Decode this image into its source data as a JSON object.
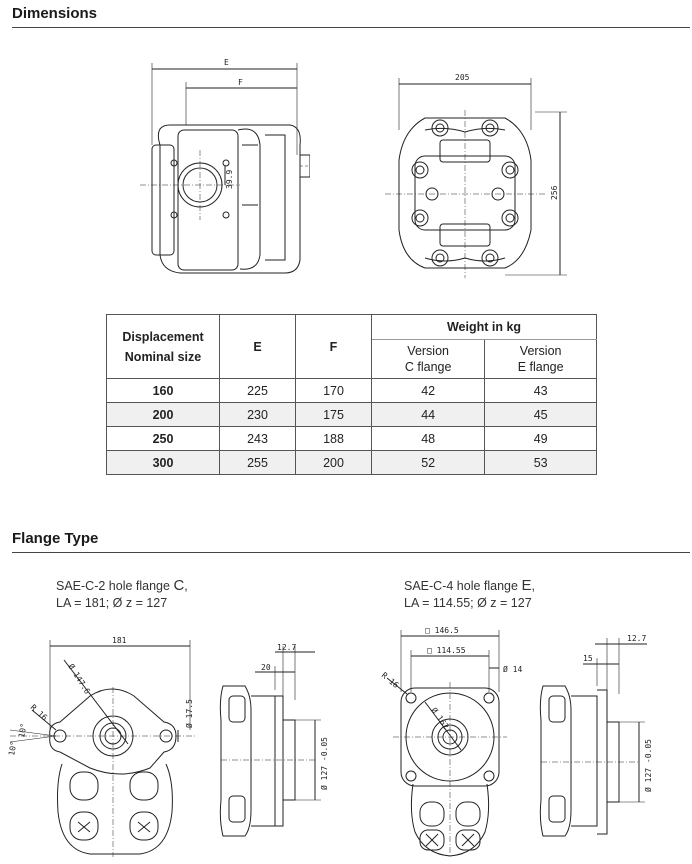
{
  "sections": {
    "dimensions_title": "Dimensions",
    "flange_title": "Flange Type"
  },
  "drawing_labels": {
    "E": "E",
    "F": "F",
    "dim_205": "205",
    "dim_256": "256",
    "dim_39_9": "39.9"
  },
  "table": {
    "col1_line1": "Displacement",
    "col1_line2": "Nominal size",
    "col2": "E",
    "col3": "F",
    "weight_group": "Weight in kg",
    "version_c_line1": "Version",
    "version_c_line2": "C flange",
    "version_e_line1": "Version",
    "version_e_line2": "E flange",
    "rows": [
      [
        "160",
        "225",
        "170",
        "42",
        "43"
      ],
      [
        "200",
        "230",
        "175",
        "44",
        "45"
      ],
      [
        "250",
        "243",
        "188",
        "48",
        "49"
      ],
      [
        "300",
        "255",
        "200",
        "52",
        "53"
      ]
    ]
  },
  "flanges": {
    "c": {
      "caption_line1_text": "SAE-C-2 hole flange ",
      "caption_line1_big": "C",
      "caption_line1_end": ",",
      "caption_line2": "LA = 181; Ø z = 127",
      "dims": {
        "width": "181",
        "diag": "Ø 147.6",
        "radius": "R 16",
        "hole": "Ø 17.5",
        "angle1": "10°",
        "angle2": "10°",
        "side_top": "12.7",
        "side_mid": "20",
        "side_dia": "Ø 127 -0.05"
      }
    },
    "e": {
      "caption_line1_text": "SAE-C-4 hole flange ",
      "caption_line1_big": "E",
      "caption_line1_end": ",",
      "caption_line2": "LA = 114.55; Ø z = 127",
      "dims": {
        "outer_sq": "□ 146.5",
        "inner_sq": "□ 114.55",
        "hole": "Ø 14",
        "radius": "R 16",
        "diag": "Ø 162",
        "side_top": "12.7",
        "side_mid": "15",
        "side_dia": "Ø 127 -0.05"
      }
    }
  }
}
